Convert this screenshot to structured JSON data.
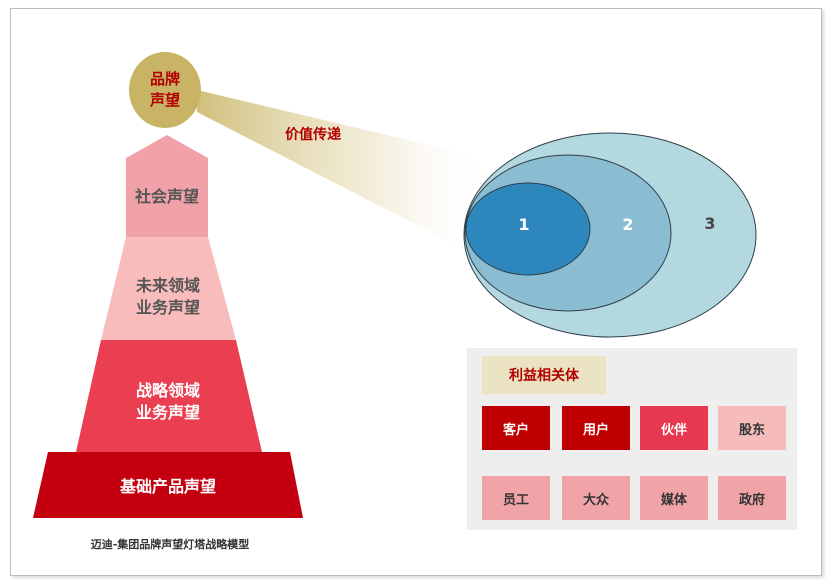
{
  "brand": {
    "label": "品牌\n声望"
  },
  "flow_label": "价值传递",
  "pyramid": [
    {
      "label": "社会声望"
    },
    {
      "label": "未来领域\n业务声望"
    },
    {
      "label": "战略领域\n业务声望"
    },
    {
      "label": "基础产品声望"
    }
  ],
  "circles": [
    {
      "label": "1"
    },
    {
      "label": "2"
    },
    {
      "label": "3"
    }
  ],
  "stakeholders": {
    "title": "利益相关体",
    "items": [
      {
        "label": "客户",
        "color": "#c00000",
        "text_color": "#ffffff"
      },
      {
        "label": "用户",
        "color": "#c00000",
        "text_color": "#ffffff"
      },
      {
        "label": "伙伴",
        "color": "#e8384f",
        "text_color": "#ffffff"
      },
      {
        "label": "股东",
        "color": "#f6bcbc",
        "text_color": "#333333"
      },
      {
        "label": "员工",
        "color": "#f0a4a8",
        "text_color": "#333333"
      },
      {
        "label": "大众",
        "color": "#f0a4a8",
        "text_color": "#333333"
      },
      {
        "label": "媒体",
        "color": "#f0a4a8",
        "text_color": "#333333"
      },
      {
        "label": "政府",
        "color": "#f0a4a8",
        "text_color": "#333333"
      }
    ]
  },
  "caption": "迈迪-集团品牌声望灯塔战略模型",
  "colors": {
    "brand_gold": "#c8b464",
    "tier_social": "#f0a2a8",
    "tier_future": "#f8bcbc",
    "tier_strategic": "#ea3f50",
    "tier_base": "#c40010",
    "ring_outer": "#b3d8e0",
    "ring_middle": "#8bbdd2",
    "ring_inner": "#2e87bc"
  }
}
